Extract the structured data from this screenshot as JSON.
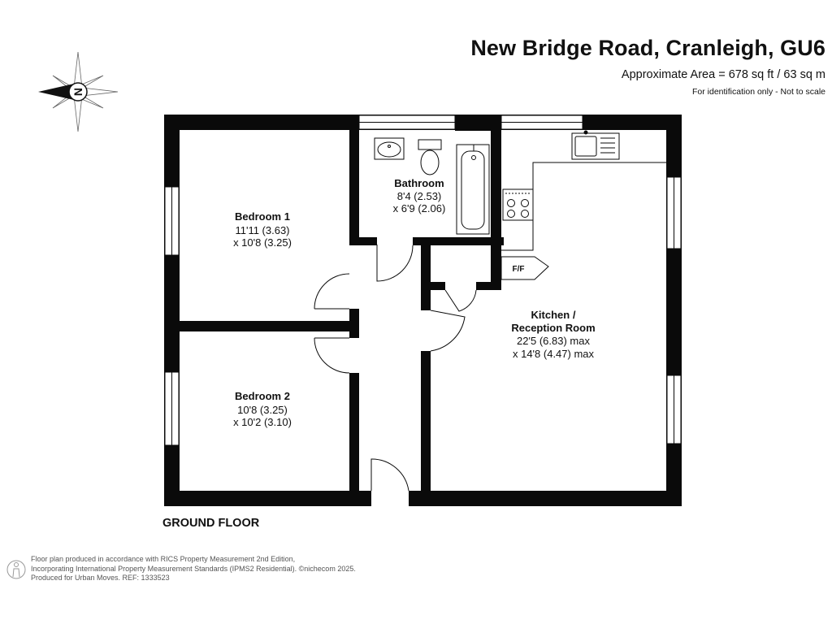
{
  "header": {
    "title": "New Bridge Road, Cranleigh, GU6",
    "area": "Approximate Area = 678 sq ft / 63 sq m",
    "note": "For identification only - Not to scale"
  },
  "compass": {
    "letter": "N",
    "icon": "compass-rose-icon"
  },
  "floor_label": "GROUND FLOOR",
  "rooms": {
    "bedroom1": {
      "name": "Bedroom 1",
      "dim1": "11'11 (3.63)",
      "dim2": "x 10'8 (3.25)"
    },
    "bedroom2": {
      "name": "Bedroom 2",
      "dim1": "10'8 (3.25)",
      "dim2": "x 10'2 (3.10)"
    },
    "bathroom": {
      "name": "Bathroom",
      "dim1": "8'4 (2.53)",
      "dim2": "x 6'9 (2.06)"
    },
    "kitchen": {
      "name1": "Kitchen /",
      "name2": "Reception Room",
      "dim1": "22'5 (6.83) max",
      "dim2": "x 14'8 (4.47) max"
    },
    "ff": "F/F"
  },
  "footer": {
    "line1": "Floor plan produced in accordance with RICS Property Measurement 2nd Edition,",
    "line2": "Incorporating International Property Measurement Standards (IPMS2 Residential).  ©nichecom 2025.",
    "line3": "Produced for Urban Moves.   REF:  1333523"
  },
  "colors": {
    "wall": "#0a0a0a",
    "window": "#ffffff",
    "text": "#111111",
    "footer_text": "#555555"
  }
}
